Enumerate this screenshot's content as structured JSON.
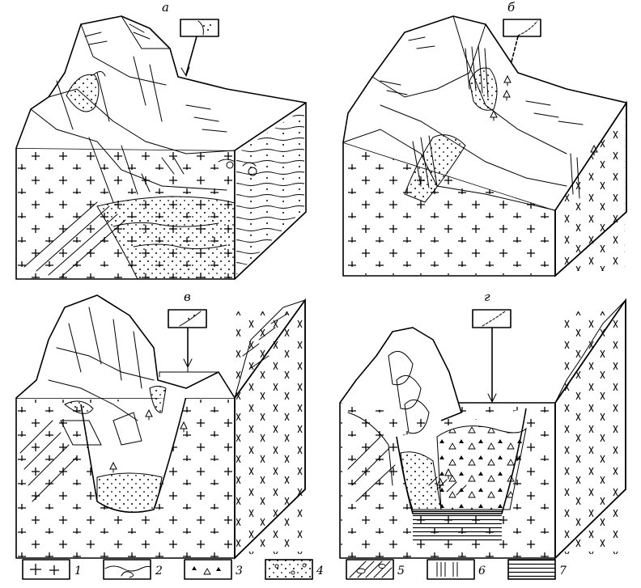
{
  "panels": [
    {
      "id": "a",
      "label": "а"
    },
    {
      "id": "b",
      "label": "б"
    },
    {
      "id": "v",
      "label": "в"
    },
    {
      "id": "g",
      "label": "г"
    }
  ],
  "legend": [
    {
      "number": "1",
      "pattern": "crosses"
    },
    {
      "number": "2",
      "pattern": "loose-sediment-lenses"
    },
    {
      "number": "3",
      "pattern": "triangles"
    },
    {
      "number": "4",
      "pattern": "dots-and-circles"
    },
    {
      "number": "5",
      "pattern": "hatched-lenses"
    },
    {
      "number": "6",
      "pattern": "vertical-lines"
    },
    {
      "number": "7",
      "pattern": "horizontal-lines"
    }
  ]
}
